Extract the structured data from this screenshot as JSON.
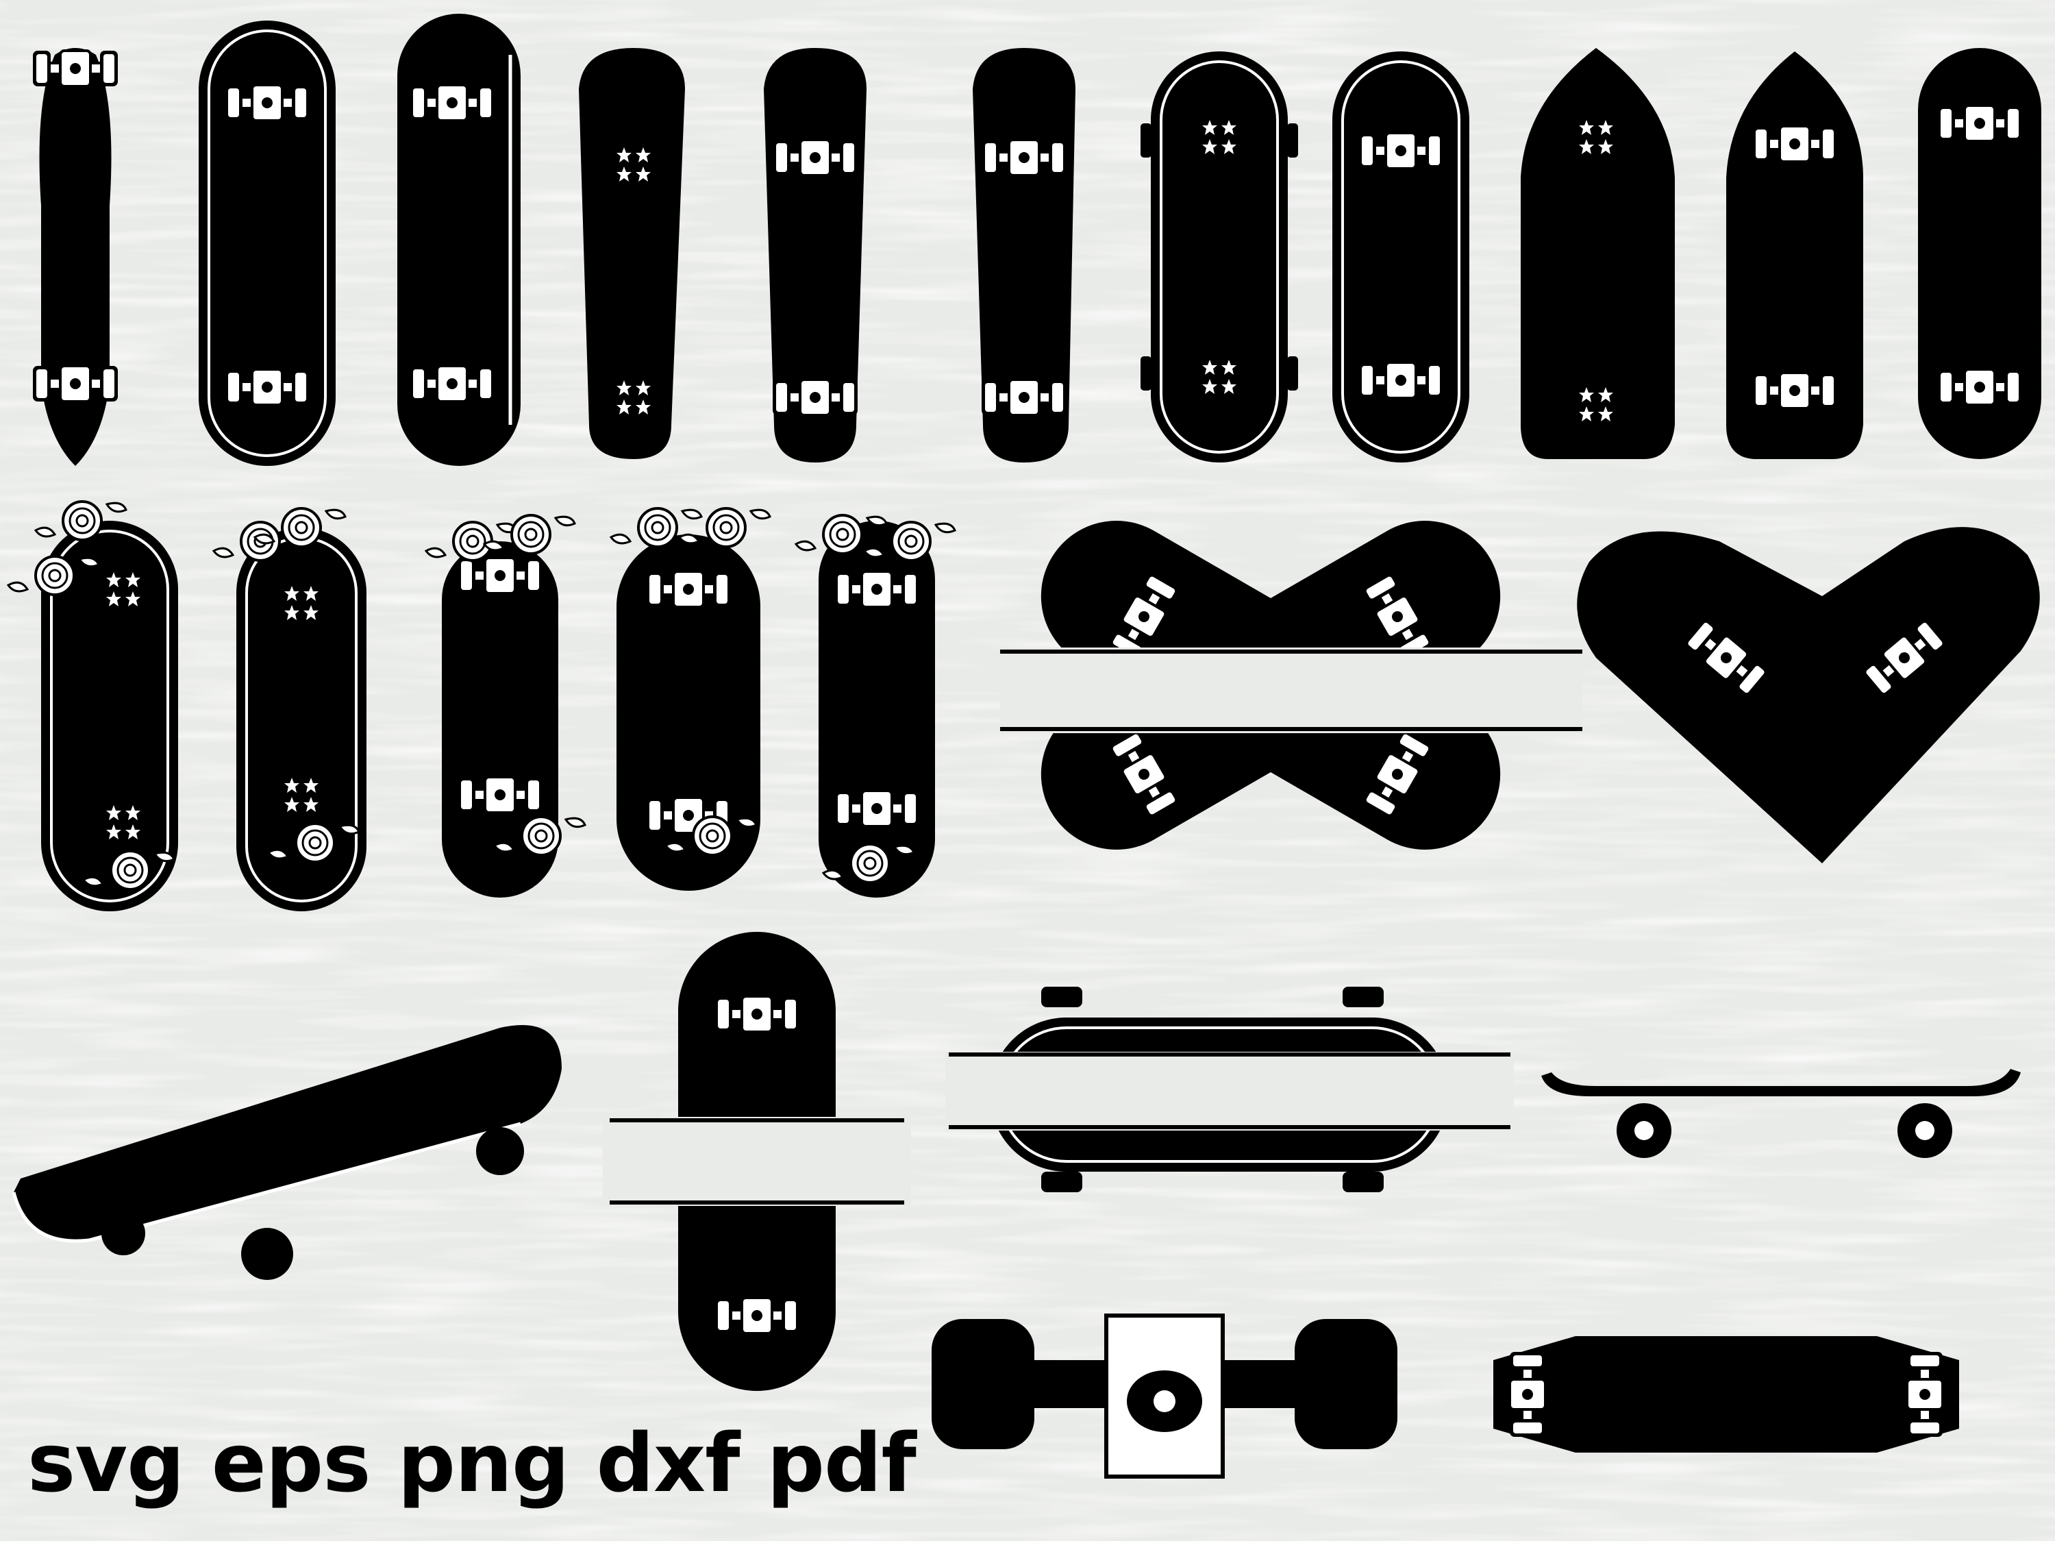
{
  "footer": {
    "formats_text": "svg eps png dxf pdf"
  },
  "colors": {
    "background": "#e9ebe8",
    "ink": "#000000",
    "paper": "#ffffff"
  },
  "artwork": {
    "top_row": [
      {
        "name": "longboard-trucks-up",
        "kind": "trucks"
      },
      {
        "name": "skateboard-trucks-up",
        "kind": "trucks"
      },
      {
        "name": "skateboard-trucks-up",
        "kind": "trucks"
      },
      {
        "name": "cruiser-deck-stars",
        "kind": "stars"
      },
      {
        "name": "cruiser-trucks-up",
        "kind": "trucks"
      },
      {
        "name": "cruiser-trucks-up",
        "kind": "trucks"
      },
      {
        "name": "skateboard-deck-stars",
        "kind": "stars"
      },
      {
        "name": "skateboard-trucks-up",
        "kind": "trucks"
      },
      {
        "name": "pointed-deck-stars",
        "kind": "stars"
      },
      {
        "name": "pointed-trucks-up",
        "kind": "trucks"
      },
      {
        "name": "skateboard-trucks-up",
        "kind": "trucks"
      }
    ],
    "floral_row": [
      {
        "name": "floral-deck-stars",
        "kind": "stars"
      },
      {
        "name": "floral-deck-stars",
        "kind": "stars"
      },
      {
        "name": "floral-trucks-up",
        "kind": "trucks"
      },
      {
        "name": "floral-trucks-up",
        "kind": "trucks"
      },
      {
        "name": "floral-trucks-up",
        "kind": "trucks"
      }
    ]
  }
}
